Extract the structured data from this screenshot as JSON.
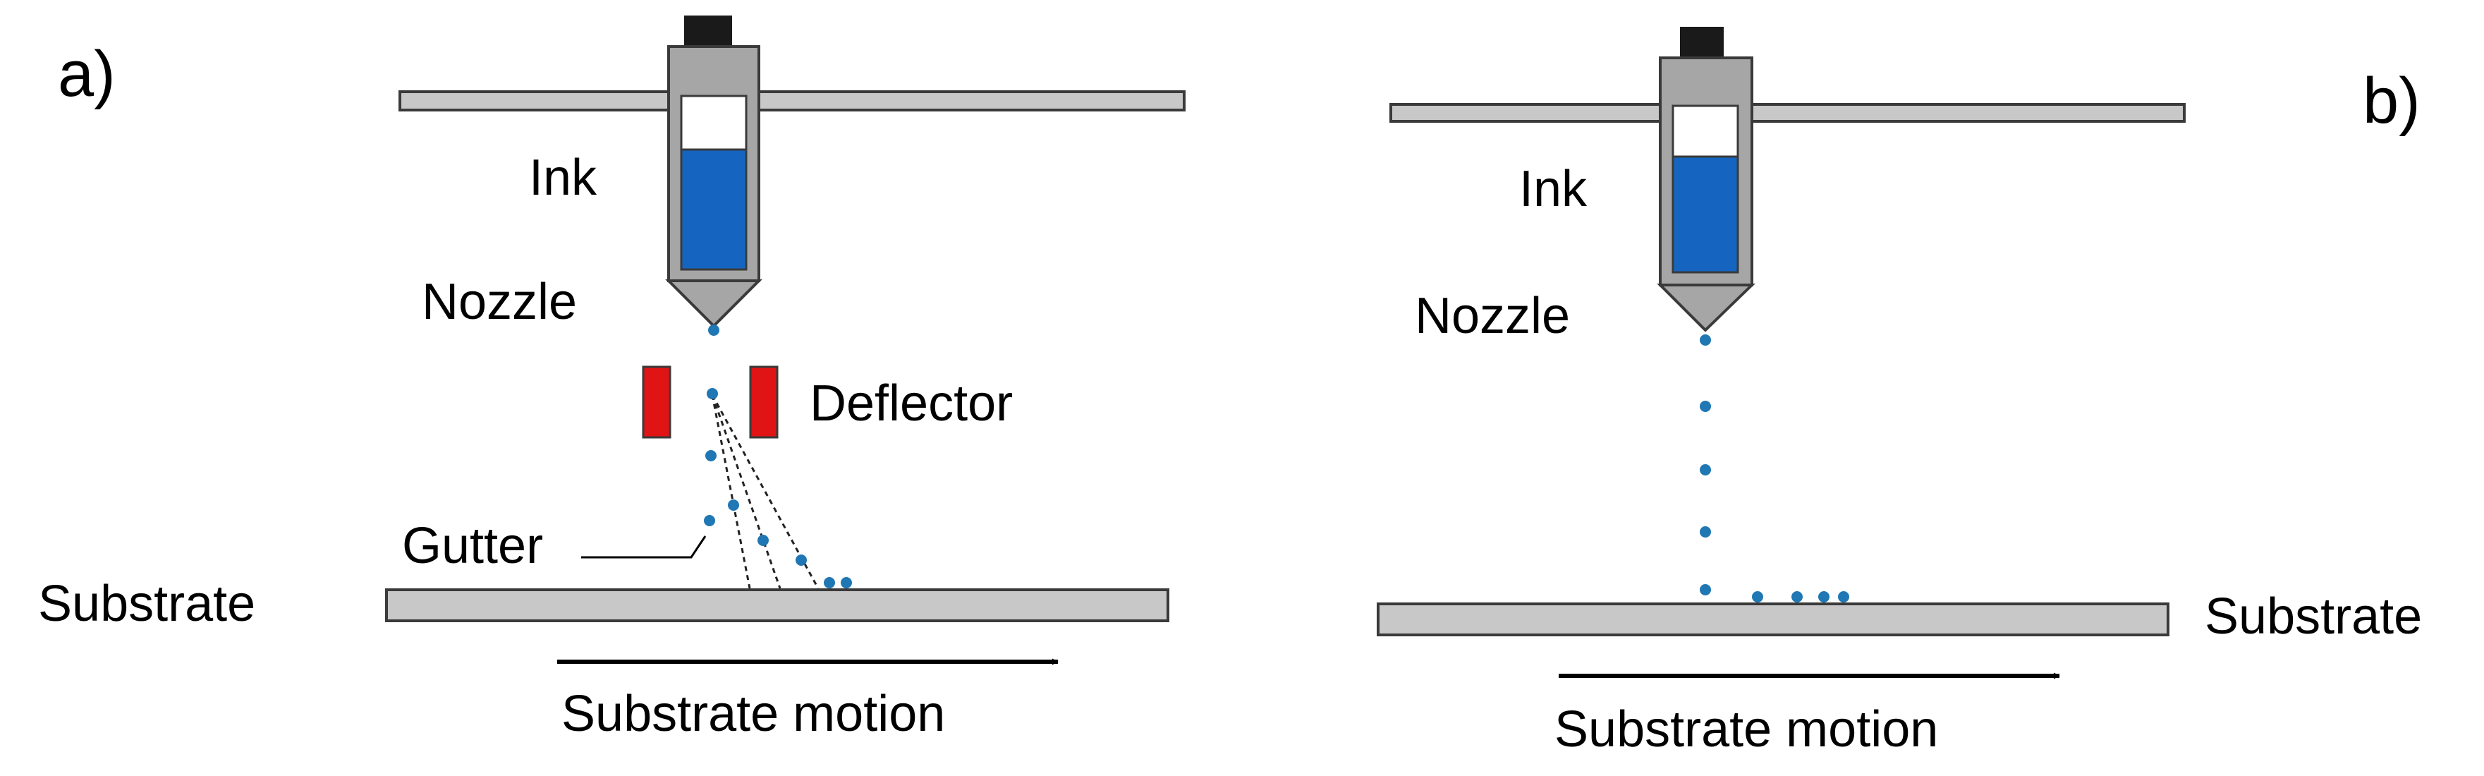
{
  "panels": [
    {
      "id": "a",
      "panel_label": "a)",
      "labels": {
        "ink": "Ink",
        "nozzle": "Nozzle",
        "deflector": "Deflector",
        "gutter": "Gutter",
        "substrate": "Substrate",
        "motion": "Substrate motion"
      }
    },
    {
      "id": "b",
      "panel_label": "b)",
      "labels": {
        "ink": "Ink",
        "nozzle": "Nozzle",
        "substrate": "Substrate",
        "motion": "Substrate motion"
      }
    }
  ],
  "colors": {
    "ink": "#1565c0",
    "droplet": "#1f77b4",
    "deflector": "#e01414",
    "body_gray": "#a6a6a6",
    "rail_gray": "#c8c8c8",
    "cap": "#1a1a1a",
    "outline": "#3a3a3a"
  }
}
